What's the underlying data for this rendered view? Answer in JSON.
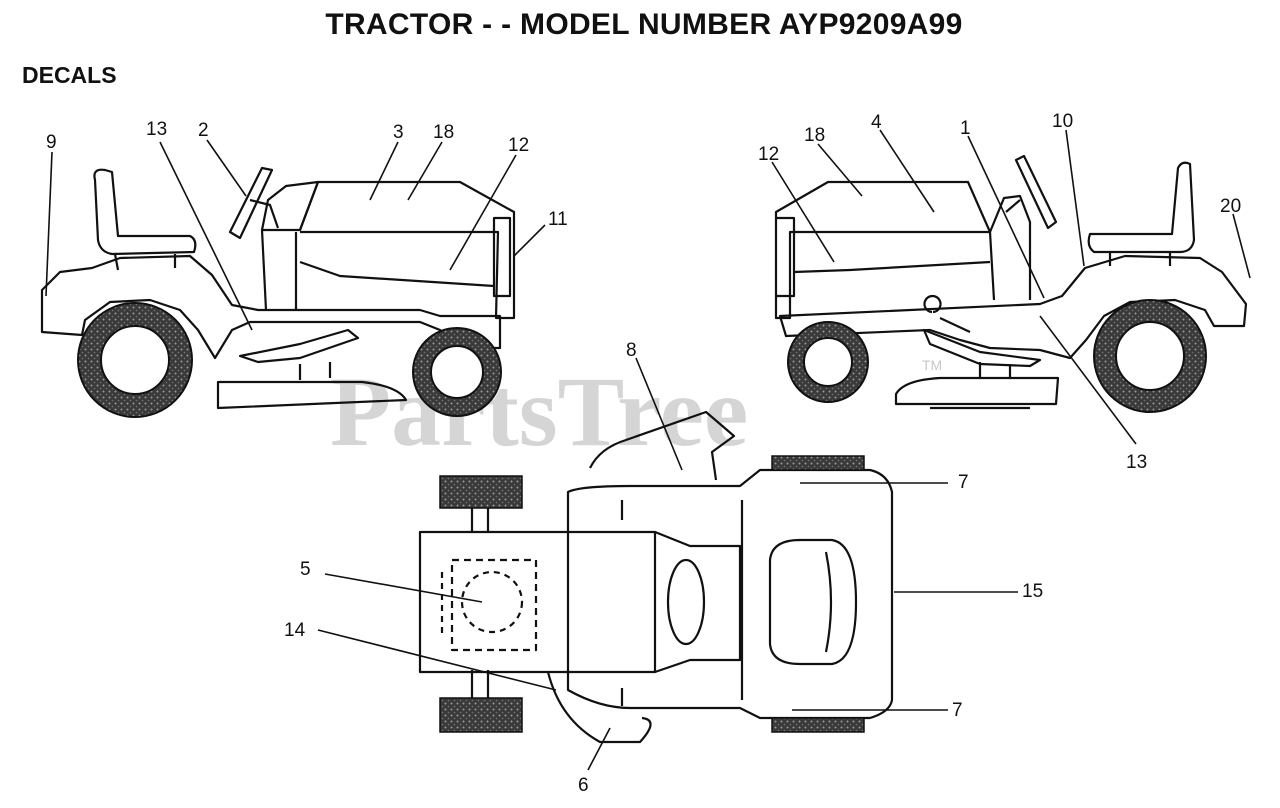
{
  "page": {
    "title": "TRACTOR - - MODEL NUMBER AYP9209A99",
    "section": "DECALS"
  },
  "watermark": {
    "text": "PartsTree",
    "tm": "TM",
    "color": "#c8c8c8"
  },
  "callouts": {
    "c9": "9",
    "c13a": "13",
    "c2": "2",
    "c3": "3",
    "c18a": "18",
    "c12a": "12",
    "c11": "11",
    "c18b": "18",
    "c4": "4",
    "c1": "1",
    "c10": "10",
    "c12b": "12",
    "c20": "20",
    "c13b": "13",
    "c8": "8",
    "c7a": "7",
    "c5": "5",
    "c15": "15",
    "c14": "14",
    "c7b": "7",
    "c6": "6"
  }
}
